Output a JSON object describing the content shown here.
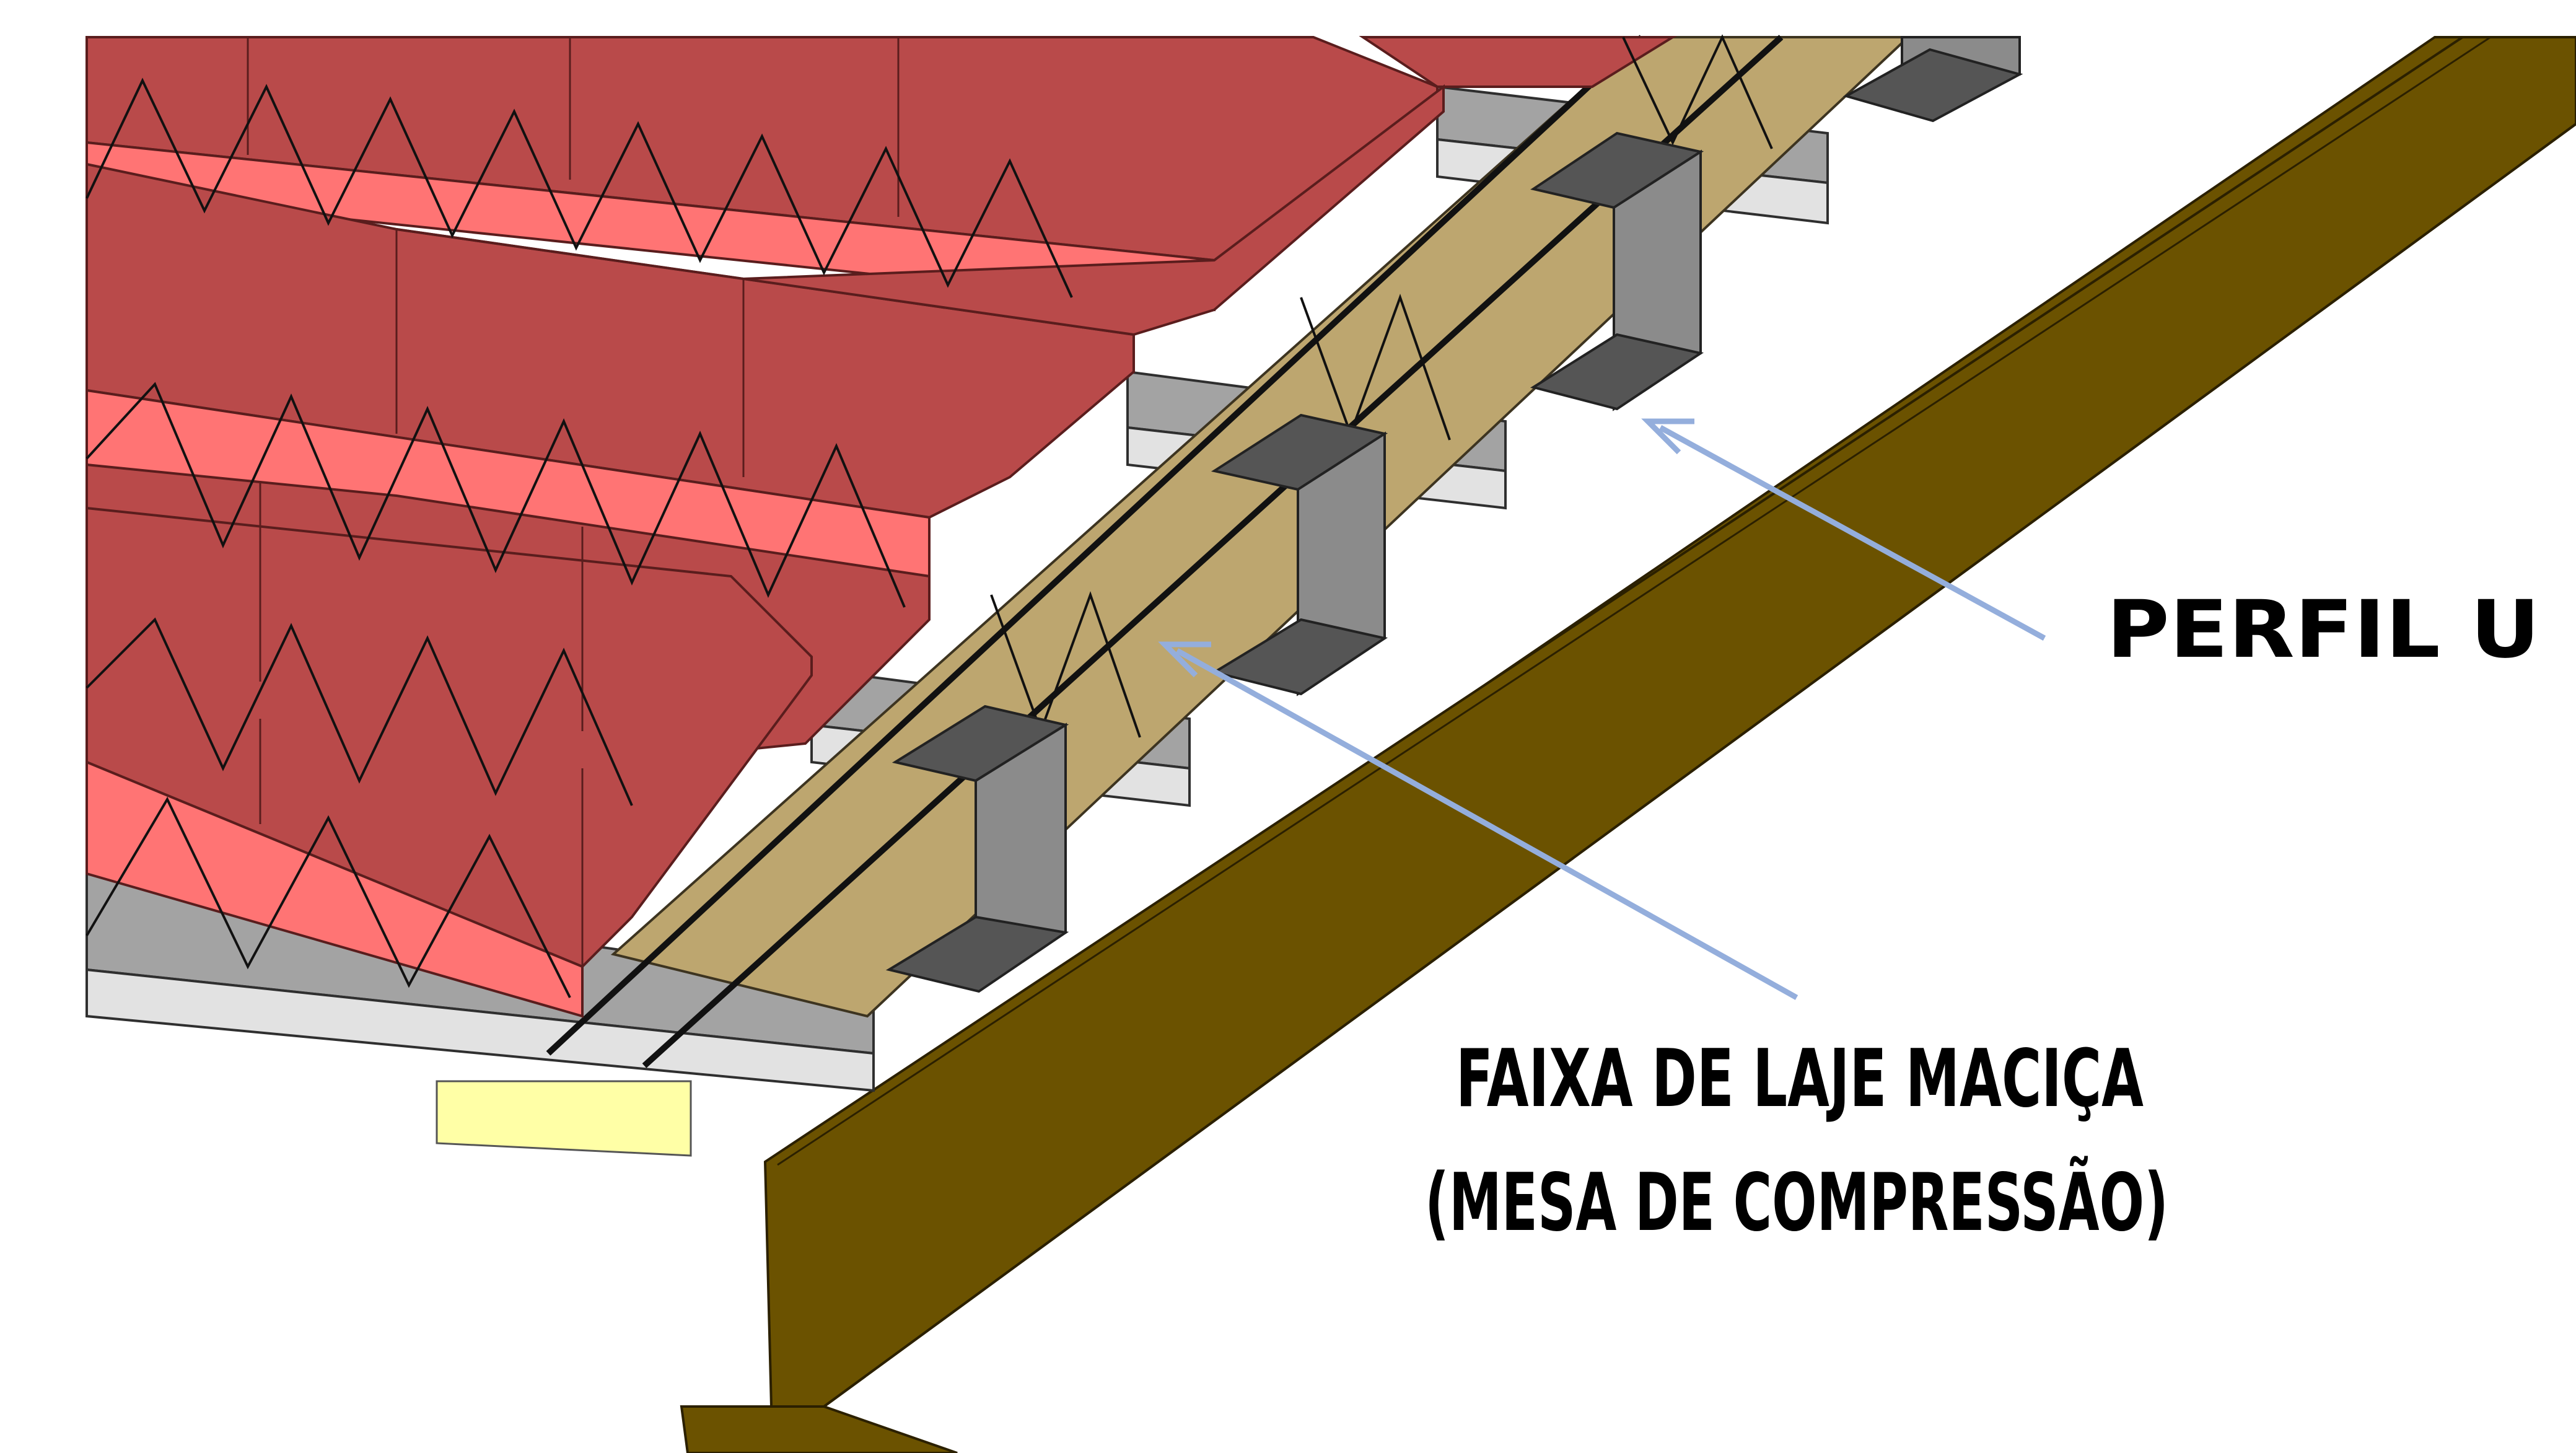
{
  "labels": {
    "perfil_u": "PERFIL U",
    "faixa_line1": "FAIXA DE LAJE MACIÇA",
    "faixa_line2": "(MESA DE COMPRESSÃO)"
  },
  "colors": {
    "background": "#ffffff",
    "block_top": "#b94a4a",
    "block_side": "#ff7474",
    "block_edge": "#5a1d1d",
    "concrete_top": "#a3a3a3",
    "concrete_front": "#e2e2e2",
    "concrete_edge": "#2f2f2f",
    "solid_strip": "#bda66f",
    "steel_beam": "#6b5200",
    "steel_beam_dark": "#4d3a00",
    "u_profile_web": "#8b8b8b",
    "u_profile_flange": "#555555",
    "bearing_pad": "#ffffa6",
    "truss_line": "#111111",
    "arrow": "#94aedc",
    "text": "#000000"
  }
}
